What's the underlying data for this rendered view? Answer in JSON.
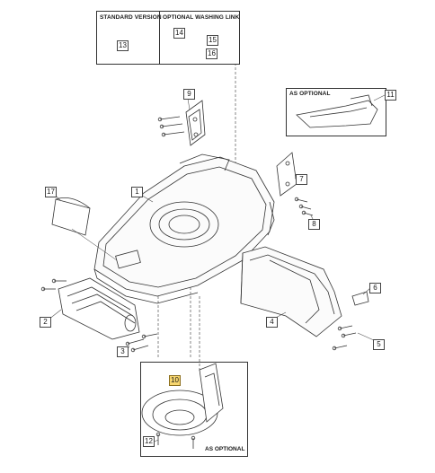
{
  "legend": {
    "standard_version": "STANDARD VERSION",
    "optional_washing_link": "OPTIONAL WASHING LINK",
    "as_optional": "AS OPTIONAL",
    "as_optional_bottom": "AS OPTIONAL"
  },
  "labels": {
    "p1": "1",
    "p2": "2",
    "p3": "3",
    "p4": "4",
    "p5": "5",
    "p6": "6",
    "p7": "7",
    "p8": "8",
    "p9": "9",
    "p10": "10",
    "p11": "11",
    "p12": "12",
    "p13": "13",
    "p14": "14",
    "p15": "15",
    "p16": "16",
    "p17": "17"
  },
  "colors": {
    "line": "#333333",
    "highlight": "#f7d66f",
    "leader": "#555555"
  }
}
